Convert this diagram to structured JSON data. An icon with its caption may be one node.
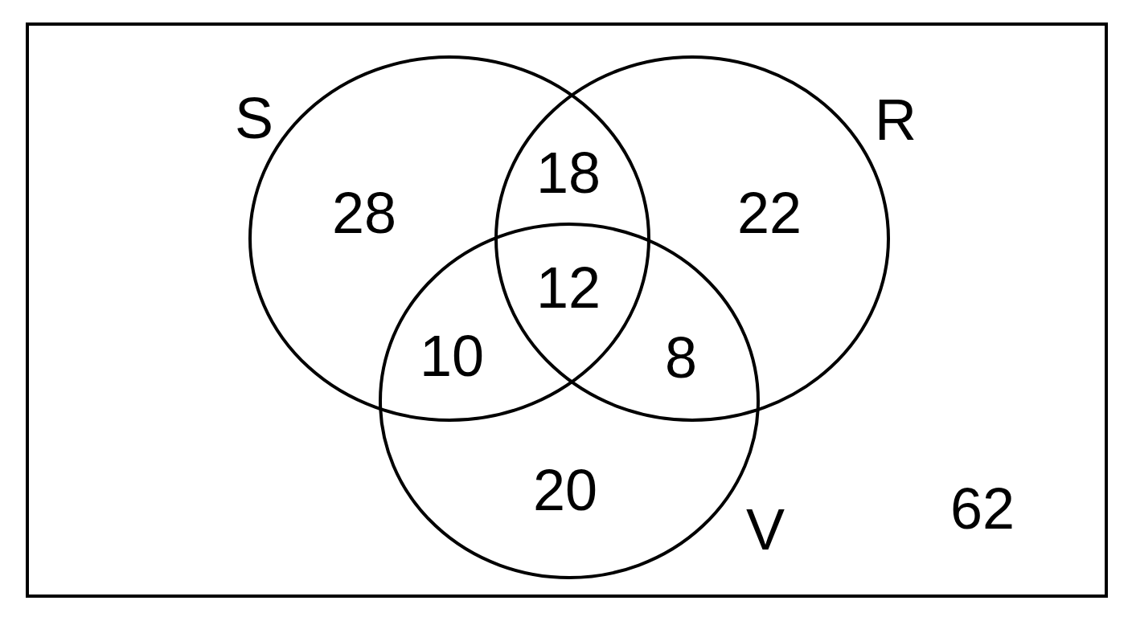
{
  "diagram": {
    "nodes": [
      {
        "text": [],
        "shape": "box"
      },
      {
        "text": [
          "S"
        ],
        "in": 0
      },
      {
        "text": [
          "R"
        ],
        "in": 0
      },
      {
        "text": [
          "V"
        ],
        "in": 0
      }
    ],
    "labels": [
      "18",
      "28",
      "22",
      "12",
      "10",
      "8",
      "20",
      "62"
    ]
  }
}
